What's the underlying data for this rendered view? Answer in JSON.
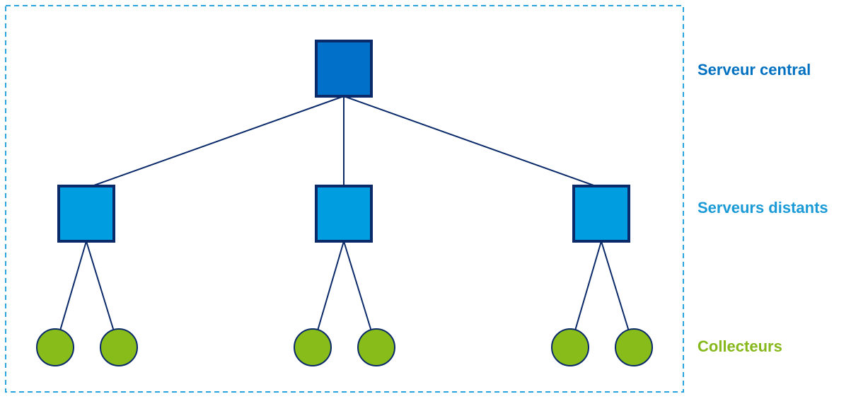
{
  "labels": {
    "central": "Serveur central",
    "distants": "Serveurs distants",
    "collecteurs": "Collecteurs"
  },
  "colors": {
    "central_fill": "#0070c8",
    "distant_fill": "#009ee0",
    "collector_fill": "#88bc1a",
    "node_stroke": "#0a2a6a",
    "link": "#0a2a6a",
    "frame": "#2aa4e0",
    "central_label": "#0070c0",
    "distants_label": "#1a9ad6",
    "collecteurs_label": "#86b81c"
  },
  "tree": {
    "central": {
      "name": "central-server",
      "children": [
        {
          "name": "distant-server-1",
          "children": [
            "collector-1",
            "collector-2"
          ]
        },
        {
          "name": "distant-server-2",
          "children": [
            "collector-3",
            "collector-4"
          ]
        },
        {
          "name": "distant-server-3",
          "children": [
            "collector-5",
            "collector-6"
          ]
        }
      ]
    }
  }
}
